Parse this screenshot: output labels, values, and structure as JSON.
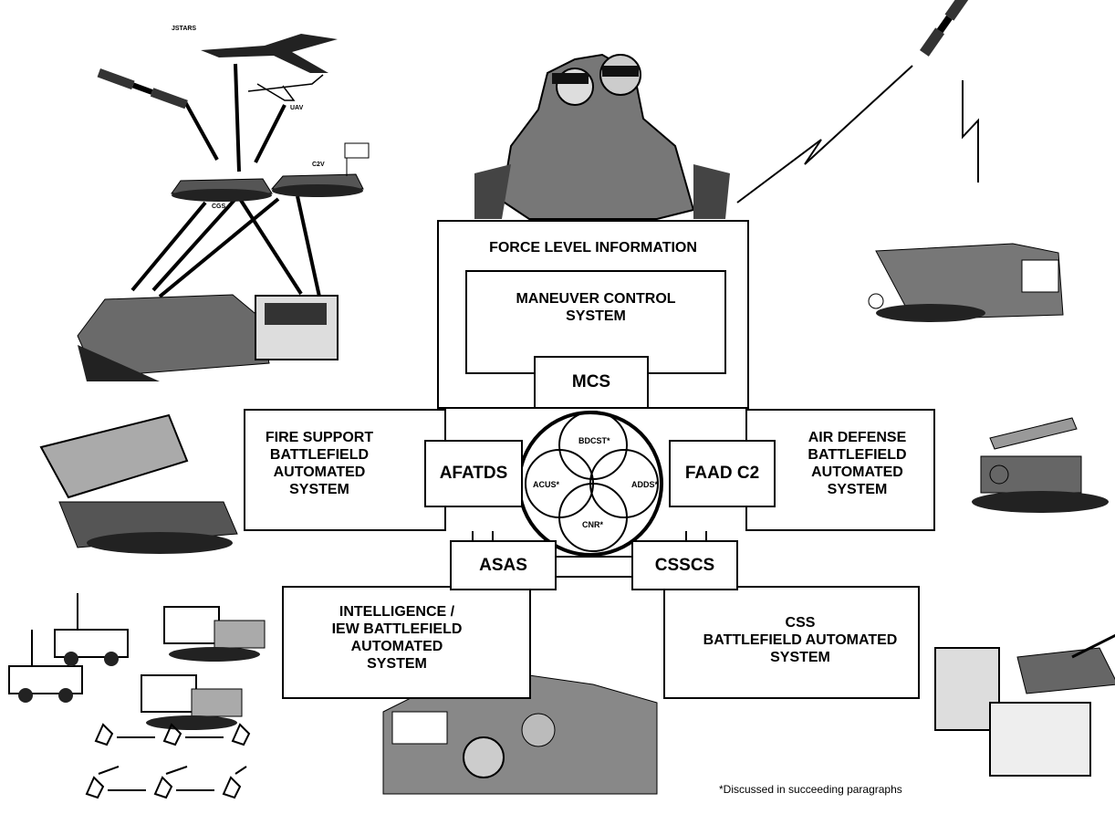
{
  "force_level": {
    "title": "FORCE LEVEL INFORMATION",
    "mcs_box": [
      "MANEUVER CONTROL",
      "SYSTEM"
    ],
    "mcs_hub": "MCS"
  },
  "fire_support": {
    "text": [
      "FIRE SUPPORT",
      "BATTLEFIELD",
      "AUTOMATED",
      "SYSTEM"
    ],
    "hub": "AFATDS"
  },
  "air_defense": {
    "text": [
      "AIR DEFENSE",
      "BATTLEFIELD",
      "AUTOMATED",
      "SYSTEM"
    ],
    "hub": "FAAD C2"
  },
  "intelligence": {
    "text": [
      "INTELLIGENCE /",
      "IEW BATTLEFIELD",
      "AUTOMATED",
      "SYSTEM"
    ],
    "hub": "ASAS"
  },
  "css": {
    "text": [
      "CSS",
      "BATTLEFIELD AUTOMATED",
      "SYSTEM"
    ],
    "hub": "CSSCS"
  },
  "comm_circles": {
    "top": "BDCST*",
    "left": "ACUS*",
    "right": "ADDS*",
    "bottom": "CNR*"
  },
  "aircraft_labels": {
    "jstars": "JSTARS",
    "uav": "UAV",
    "cgs": "CGS",
    "c2v": "C2V"
  },
  "footnote": "*Discussed in succeeding paragraphs",
  "icons": [
    "satellite-icon",
    "aircraft-icon",
    "uav-icon",
    "vehicle-icon",
    "soldier-icon",
    "rocket-launcher-icon",
    "missile-launcher-icon",
    "truck-icon",
    "radio-icon"
  ]
}
